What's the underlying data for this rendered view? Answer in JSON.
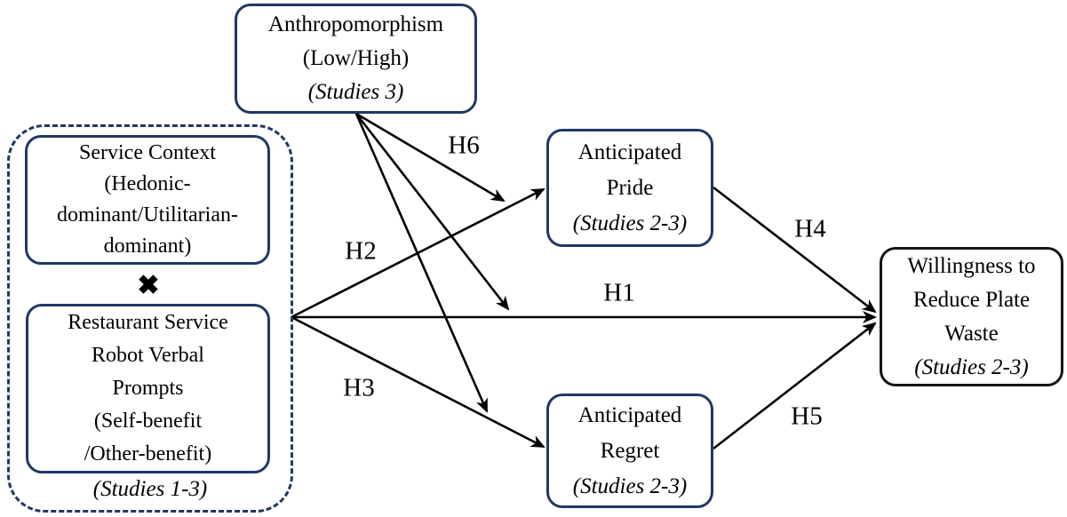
{
  "diagram": {
    "boxes": {
      "anthropomorphism": {
        "lines": [
          "Anthropomorphism",
          "(Low/High)"
        ],
        "note": "(Studies 3)"
      },
      "service_context": {
        "lines": [
          "Service Context",
          "(Hedonic-",
          "dominant/Utilitarian-",
          "dominant)"
        ]
      },
      "robot_prompts": {
        "lines": [
          "Restaurant Service",
          "Robot Verbal",
          "Prompts",
          "(Self-benefit",
          "/Other-benefit)"
        ]
      },
      "iv_group": {
        "interaction_symbol": "✖",
        "note": "(Studies 1-3)"
      },
      "anticipated_pride": {
        "lines": [
          "Anticipated",
          "Pride"
        ],
        "note": "(Studies 2-3)"
      },
      "anticipated_regret": {
        "lines": [
          "Anticipated",
          "Regret"
        ],
        "note": "(Studies 2-3)"
      },
      "willingness": {
        "lines": [
          "Willingness to",
          "Reduce Plate",
          "Waste"
        ],
        "note": "(Studies 2-3)"
      }
    },
    "hypothesis_labels": {
      "h1": "H1",
      "h2": "H2",
      "h3": "H3",
      "h4": "H4",
      "h5": "H5",
      "h6": "H6"
    },
    "colors": {
      "box_border_navy": "#1f3864",
      "outcome_box_border": "#151515",
      "arrow": "#000000",
      "text": "#000000",
      "background": "#ffffff"
    }
  }
}
